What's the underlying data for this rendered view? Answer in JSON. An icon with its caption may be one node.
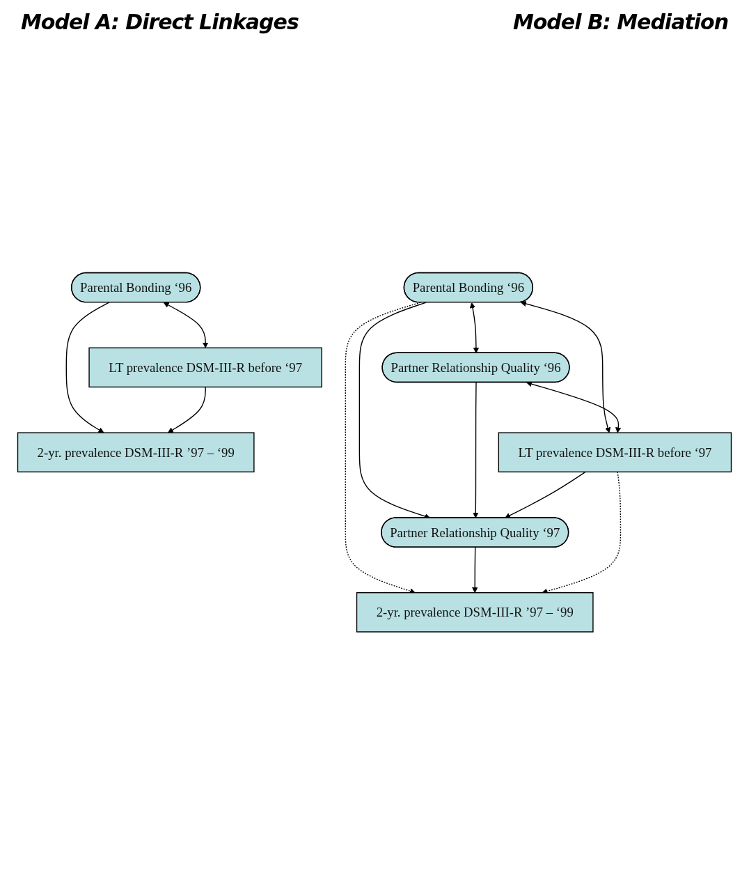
{
  "diagram": {
    "nodes": [
      {
        "text": [
          "Parental Bonding ‘96"
        ]
      },
      {
        "text": [
          "2-yr. prevalence DSM-III-R ’97 – ‘99"
        ]
      },
      {
        "text": [
          "LT prevalence DSM-III-R before ‘97"
        ]
      },
      {
        "text": [
          "Parental Bonding ‘96"
        ]
      },
      {
        "text": [
          "Partner Relationship Quality ‘96"
        ]
      },
      {
        "text": [
          "Partner Relationship Quality ‘97"
        ]
      },
      {
        "text": [
          "2-yr. prevalence DSM-III-R ’97 – ‘99"
        ]
      },
      {
        "text": [
          "LT prevalence DSM-III-R before ‘97"
        ]
      }
    ],
    "edges": [
      {
        "from": 0,
        "to": 1,
        "arrow": "to"
      },
      {
        "from": 2,
        "to": 1,
        "arrow": "to"
      },
      {
        "from": 0,
        "to": 2,
        "arrow": "both"
      },
      {
        "from": 3,
        "to": 7,
        "arrow": "both"
      },
      {
        "from": 3,
        "to": 4,
        "arrow": "both"
      },
      {
        "from": 3,
        "to": 5,
        "arrow": "to"
      },
      {
        "from": 3,
        "to": 6,
        "arrow": "to",
        "style": "dashed"
      },
      {
        "from": 4,
        "to": 5,
        "arrow": "to"
      },
      {
        "from": 4,
        "to": 7,
        "arrow": "both"
      },
      {
        "from": 5,
        "to": 6,
        "arrow": "to"
      },
      {
        "from": 7,
        "to": 5,
        "arrow": "to"
      },
      {
        "from": 7,
        "to": 6,
        "arrow": "to",
        "style": "dashed"
      }
    ],
    "labels": [
      "Model A: Direct Linkages",
      "Model B: Mediation"
    ]
  }
}
